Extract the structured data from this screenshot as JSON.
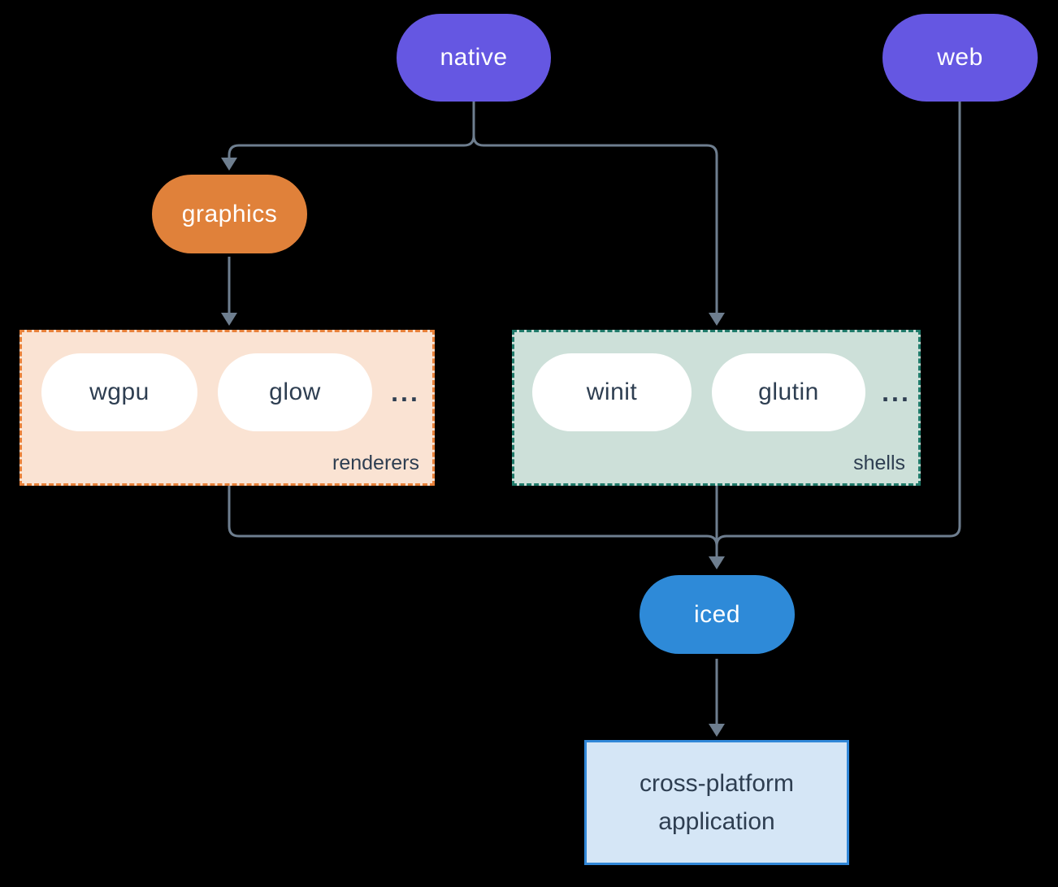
{
  "colors": {
    "background": "#000000",
    "connector": "#6e7e8f",
    "node-purple": "#6557e2",
    "node-orange": "#e0813a",
    "node-blue": "#2e8ad8",
    "node-white": "#ffffff",
    "text-light": "#ffffff",
    "text-dark": "#2e3e51",
    "renderers-fill": "#fae3d3",
    "renderers-border": "#e8813a",
    "shells-fill": "#cde0d9",
    "shells-border": "#1f7a6a",
    "app-fill": "#d5e6f6",
    "app-border": "#3187d8"
  },
  "nodes": {
    "native": {
      "label": "native"
    },
    "web": {
      "label": "web"
    },
    "graphics": {
      "label": "graphics"
    },
    "iced": {
      "label": "iced"
    },
    "app": {
      "line1": "cross-platform",
      "line2": "application"
    }
  },
  "groups": {
    "renderers": {
      "label": "renderers",
      "items": [
        "wgpu",
        "glow"
      ],
      "ellipsis": "..."
    },
    "shells": {
      "label": "shells",
      "items": [
        "winit",
        "glutin"
      ],
      "ellipsis": "..."
    }
  },
  "edges": [
    {
      "from": "native",
      "to": "graphics"
    },
    {
      "from": "native",
      "to": "shells"
    },
    {
      "from": "graphics",
      "to": "renderers"
    },
    {
      "from": "web",
      "to": "iced"
    },
    {
      "from": "renderers",
      "to": "iced"
    },
    {
      "from": "shells",
      "to": "iced"
    },
    {
      "from": "iced",
      "to": "app"
    }
  ]
}
